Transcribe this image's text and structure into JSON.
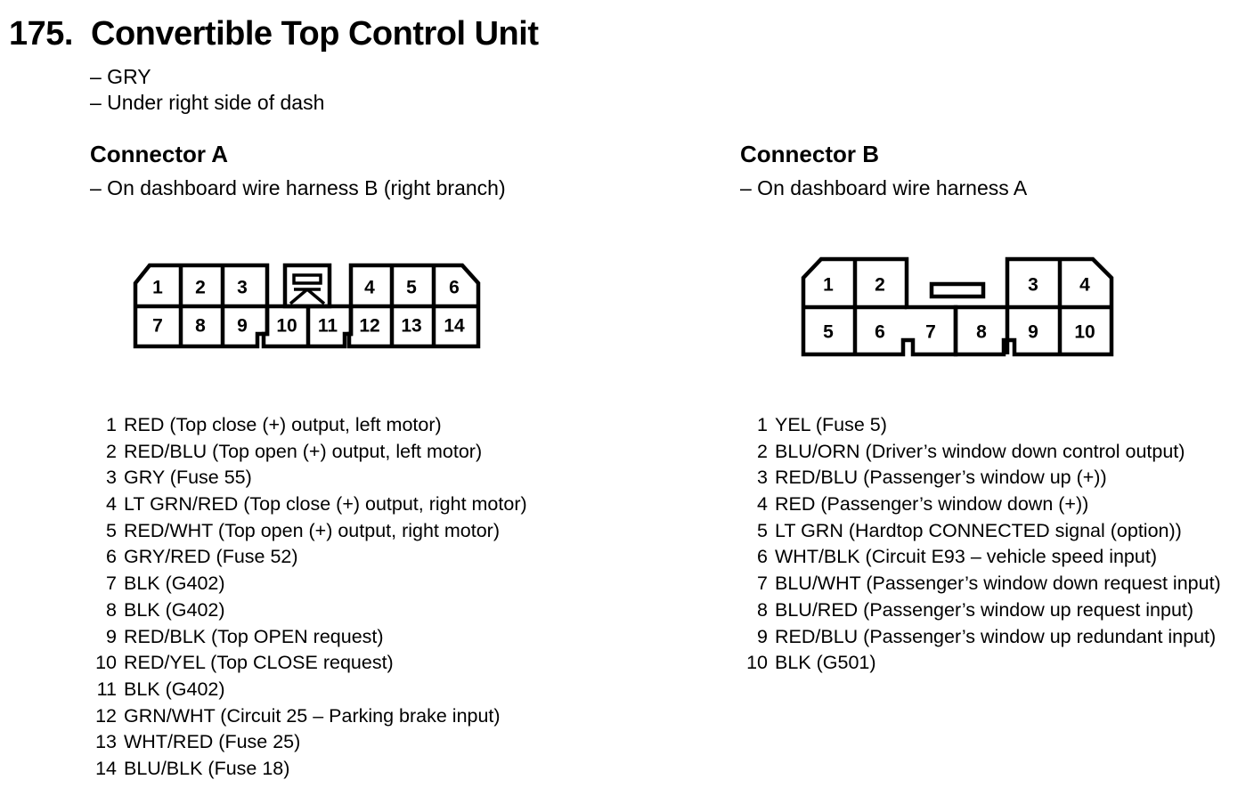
{
  "component": {
    "number": "175.",
    "name": "Convertible Top Control Unit",
    "notes": [
      "– GRY",
      "– Under right side of dash"
    ]
  },
  "connector_a": {
    "heading": "Connector A",
    "location": "– On dashboard wire harness B (right branch)",
    "cavities": [
      "1",
      "2",
      "3",
      "4",
      "5",
      "6",
      "7",
      "8",
      "9",
      "10",
      "11",
      "12",
      "13",
      "14"
    ],
    "pins": [
      {
        "num": "1",
        "desc": "RED (Top close (+) output, left motor)"
      },
      {
        "num": "2",
        "desc": "RED/BLU (Top open (+) output, left motor)"
      },
      {
        "num": "3",
        "desc": "GRY (Fuse 55)"
      },
      {
        "num": "4",
        "desc": "LT GRN/RED (Top close (+) output, right motor)"
      },
      {
        "num": "5",
        "desc": "RED/WHT (Top open (+) output, right motor)"
      },
      {
        "num": "6",
        "desc": "GRY/RED (Fuse 52)"
      },
      {
        "num": "7",
        "desc": "BLK (G402)"
      },
      {
        "num": "8",
        "desc": "BLK (G402)"
      },
      {
        "num": "9",
        "desc": "RED/BLK (Top OPEN request)"
      },
      {
        "num": "10",
        "desc": "RED/YEL (Top CLOSE request)"
      },
      {
        "num": "11",
        "desc": "BLK (G402)"
      },
      {
        "num": "12",
        "desc": "GRN/WHT (Circuit 25 – Parking brake input)"
      },
      {
        "num": "13",
        "desc": "WHT/RED (Fuse 25)"
      },
      {
        "num": "14",
        "desc": "BLU/BLK (Fuse 18)"
      }
    ]
  },
  "connector_b": {
    "heading": "Connector B",
    "location": "– On dashboard wire harness A",
    "cavities": [
      "1",
      "2",
      "3",
      "4",
      "5",
      "6",
      "7",
      "8",
      "9",
      "10"
    ],
    "pins": [
      {
        "num": "1",
        "desc": "YEL (Fuse 5)"
      },
      {
        "num": "2",
        "desc": "BLU/ORN (Driver’s window down control output)"
      },
      {
        "num": "3",
        "desc": "RED/BLU (Passenger’s window up (+))"
      },
      {
        "num": "4",
        "desc": "RED (Passenger’s window down (+))"
      },
      {
        "num": "5",
        "desc": "LT GRN (Hardtop CONNECTED signal (option))"
      },
      {
        "num": "6",
        "desc": "WHT/BLK (Circuit E93 – vehicle speed input)"
      },
      {
        "num": "7",
        "desc": "BLU/WHT (Passenger’s window down request input)"
      },
      {
        "num": "8",
        "desc": "BLU/RED (Passenger’s window up request input)"
      },
      {
        "num": "9",
        "desc": "RED/BLU (Passenger’s window up redundant input)"
      },
      {
        "num": "10",
        "desc": "BLK (G501)"
      }
    ]
  }
}
